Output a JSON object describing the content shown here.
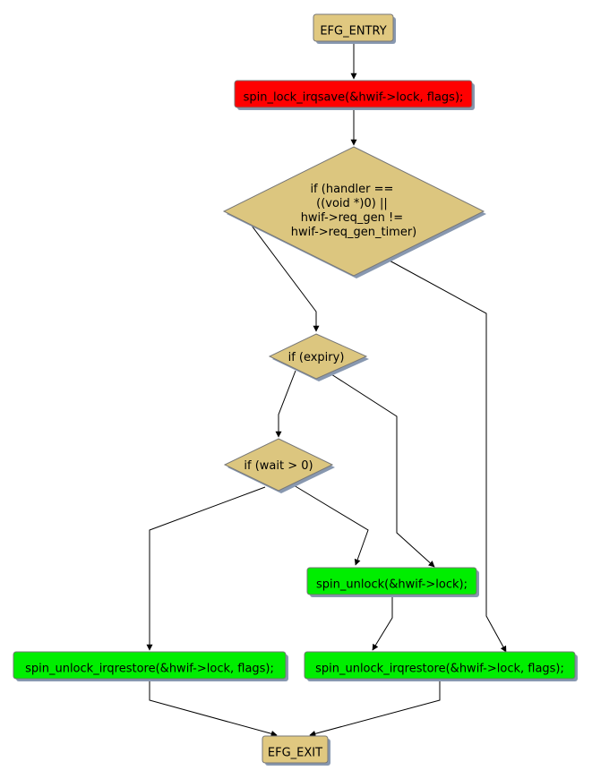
{
  "diagram": {
    "colors": {
      "entry_exit_fill": "#e0c880",
      "lock_fill": "#ff0000",
      "unlock_fill": "#00ee00",
      "decision_fill": "#dcc67f",
      "shadow": "#8898b0",
      "edge": "#000000"
    },
    "nodes": {
      "entry": "EFG_ENTRY",
      "lock": "spin_lock_irqsave(&hwif->lock, flags);",
      "cond_handler": [
        "if (handler ==",
        "((void *)0) ||",
        "hwif->req_gen !=",
        "hwif->req_gen_timer)"
      ],
      "cond_expiry": "if (expiry)",
      "cond_wait": "if (wait > 0)",
      "unlock": "spin_unlock(&hwif->lock);",
      "restore_left": "spin_unlock_irqrestore(&hwif->lock, flags);",
      "restore_right": "spin_unlock_irqrestore(&hwif->lock, flags);",
      "exit": "EFG_EXIT"
    }
  }
}
